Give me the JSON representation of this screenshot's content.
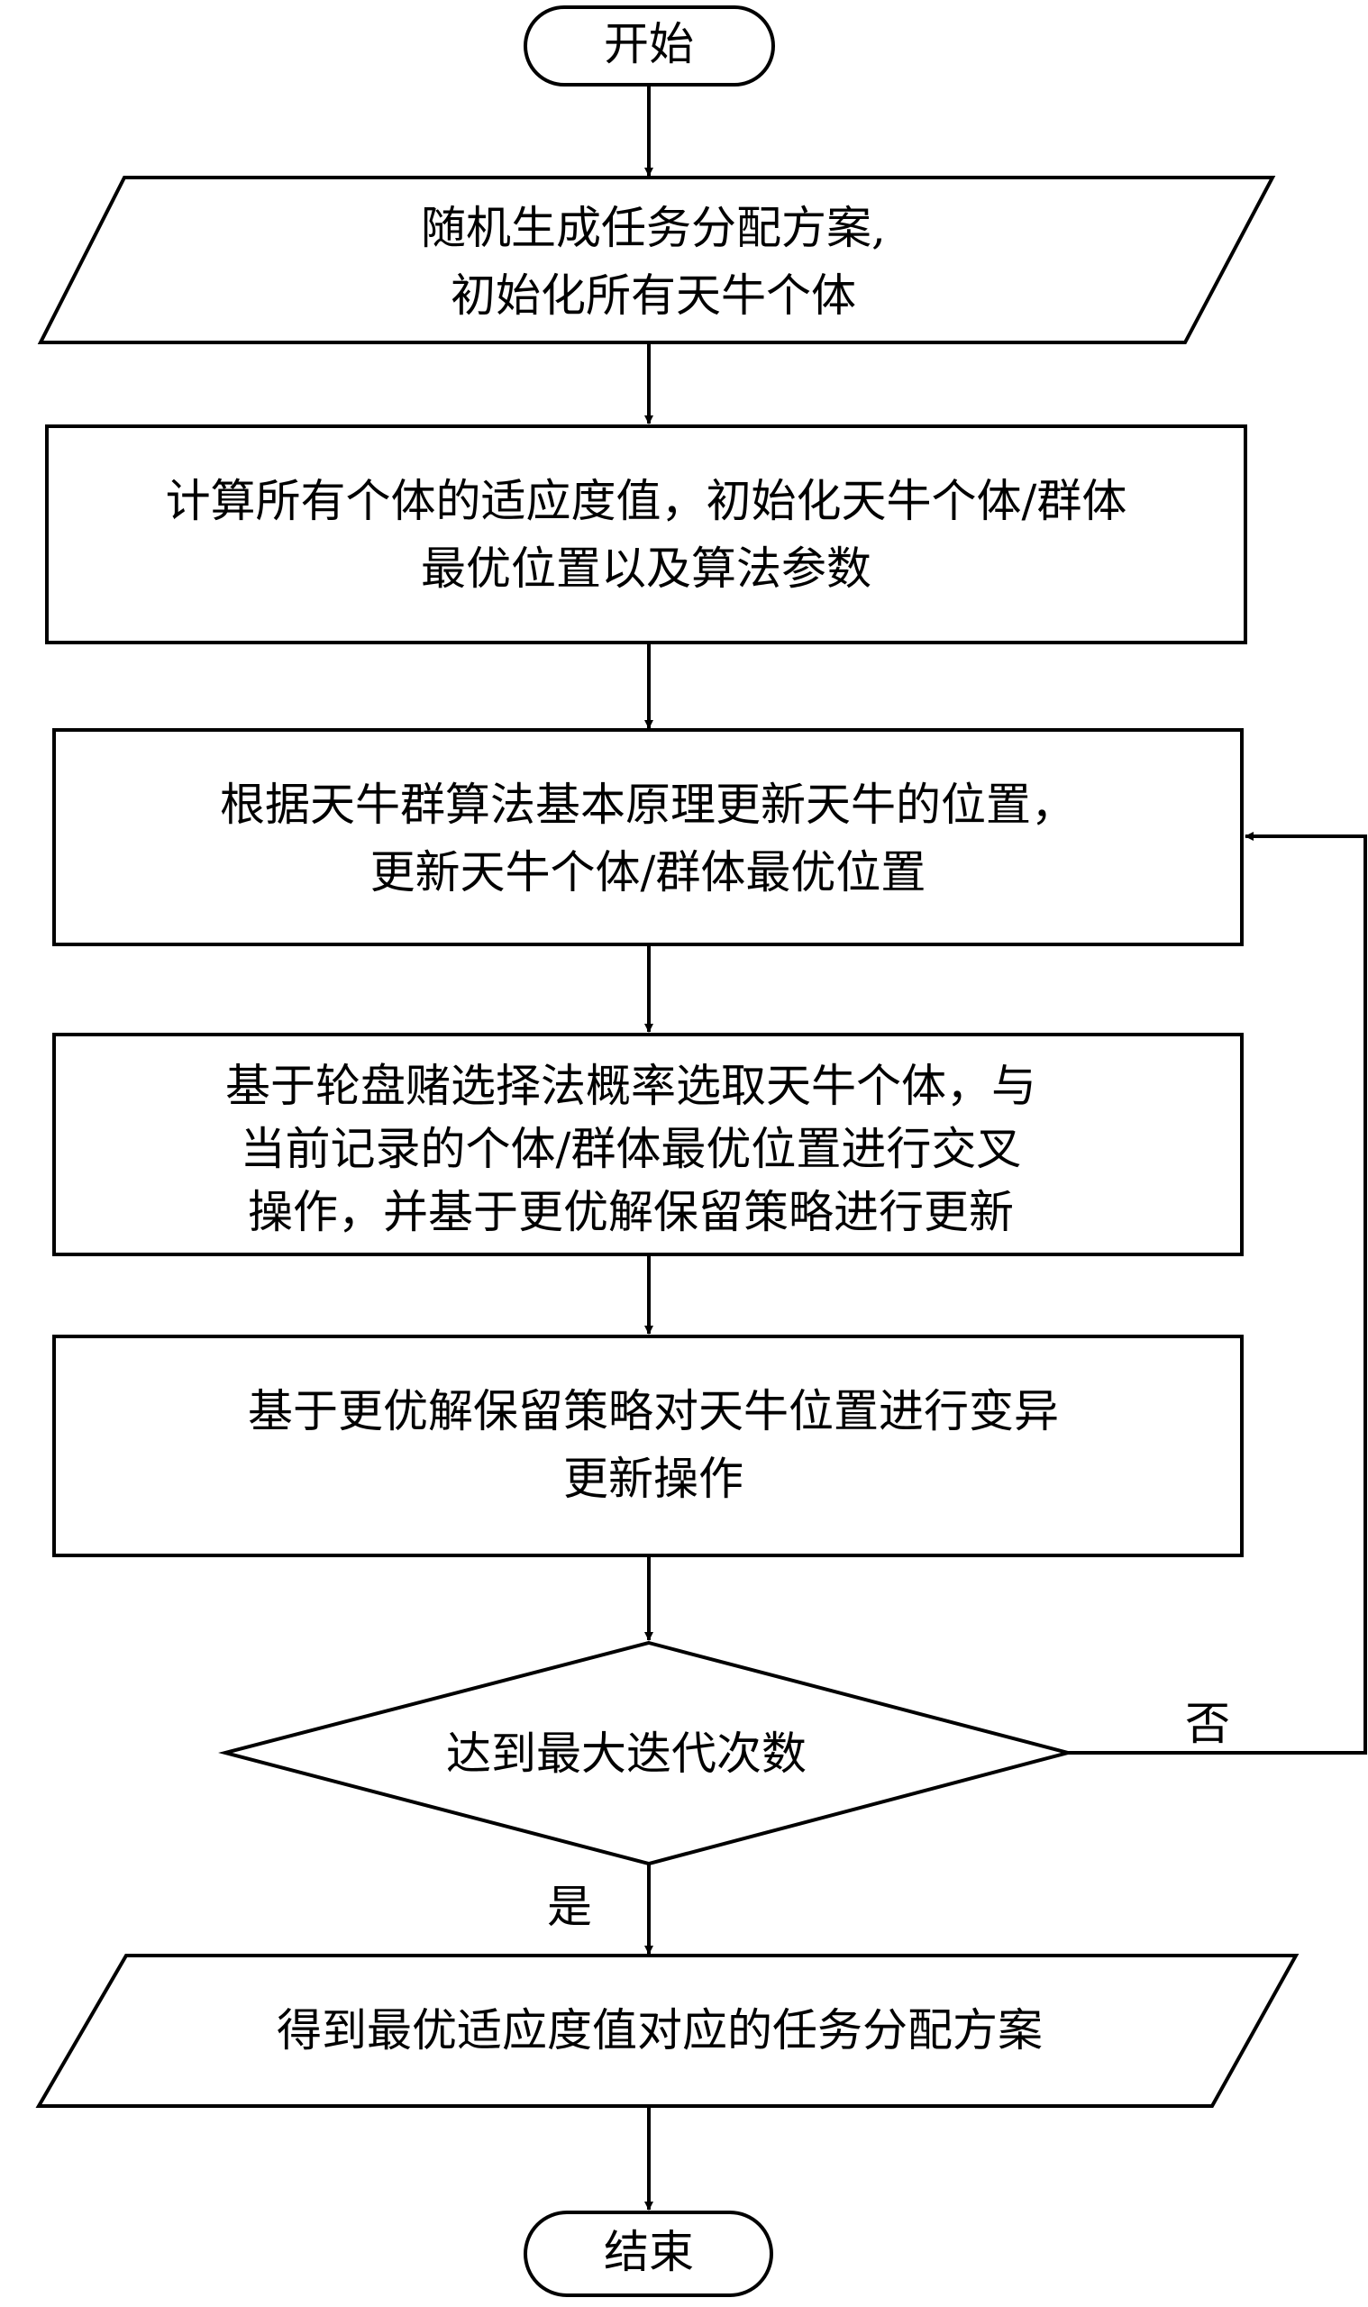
{
  "nodes": {
    "start": {
      "label": "开始"
    },
    "input": {
      "lines": [
        "随机生成任务分配方案,",
        "初始化所有天牛个体"
      ]
    },
    "init": {
      "lines": [
        "计算所有个体的适应度值，初始化天牛个体/群体",
        "最优位置以及算法参数"
      ]
    },
    "update": {
      "lines": [
        "根据天牛群算法基本原理更新天牛的位置，",
        "更新天牛个体/群体最优位置"
      ]
    },
    "crossover": {
      "lines": [
        "基于轮盘赌选择法概率选取天牛个体，与",
        "当前记录的个体/群体最优位置进行交叉",
        "操作，并基于更优解保留策略进行更新"
      ]
    },
    "mutation": {
      "lines": [
        "基于更优解保留策略对天牛位置进行变异",
        "更新操作"
      ]
    },
    "decision": {
      "label": "达到最大迭代次数"
    },
    "output": {
      "label": "得到最优适应度值对应的任务分配方案"
    },
    "end": {
      "label": "结束"
    }
  },
  "edge_labels": {
    "no": "否",
    "yes": "是"
  }
}
